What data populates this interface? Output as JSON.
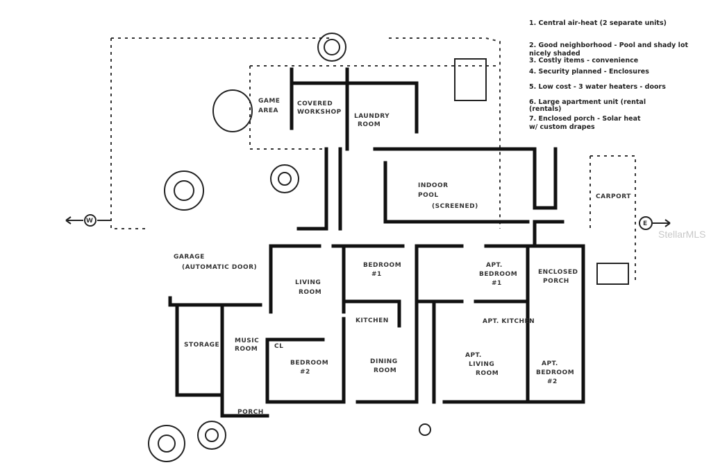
{
  "plan": {
    "rooms": {
      "garage": "GARAGE",
      "garage_note": "(AUTOMATIC DOOR)",
      "storage": "STORAGE",
      "music_room_1": "MUSIC",
      "music_room_2": "ROOM",
      "living_room_1": "LIVING",
      "living_room_2": "ROOM",
      "bedroom1_1": "BEDROOM",
      "bedroom1_2": "#1",
      "kitchen": "KITCHEN",
      "bedroom2_1": "BEDROOM",
      "bedroom2_2": "#2",
      "dining_1": "DINING",
      "dining_2": "ROOM",
      "porch": "PORCH",
      "pool_1": "INDOOR",
      "pool_2": "POOL",
      "pool_3": "(SCREENED)",
      "apt_bedroom1_1": "APT.",
      "apt_bedroom1_2": "BEDROOM",
      "apt_bedroom1_3": "#1",
      "apt_kitchen": "APT. KITCHEN",
      "apt_living_1": "APT.",
      "apt_living_2": "LIVING",
      "apt_living_3": "ROOM",
      "enclosed_porch_1": "ENCLOSED",
      "enclosed_porch_2": "PORCH",
      "apt_bedroom2_1": "APT.",
      "apt_bedroom2_2": "BEDROOM",
      "apt_bedroom2_3": "#2",
      "carport": "CARPORT",
      "laundry_1": "LAUNDRY",
      "laundry_2": "ROOM",
      "covered_1": "COVERED",
      "covered_2": "WORKSHOP",
      "game_1": "GAME",
      "game_2": "AREA",
      "closet": "CL",
      "entrance_w": "W",
      "entrance_e": "E"
    },
    "notes": [
      "1. Central air-heat (2 separate units)",
      "2. Good neighborhood - Pool and shady lot",
      "                         nicely shaded",
      "3. Costly items - convenience",
      "4. Security planned - Enclosures",
      "5. Low cost - 3 water heaters - doors",
      "6. Large apartment unit (rental",
      "                (rentals)",
      "7. Enclosed porch - Solar heat",
      "       w/ custom drapes"
    ],
    "watermark": "StellarMLS"
  }
}
